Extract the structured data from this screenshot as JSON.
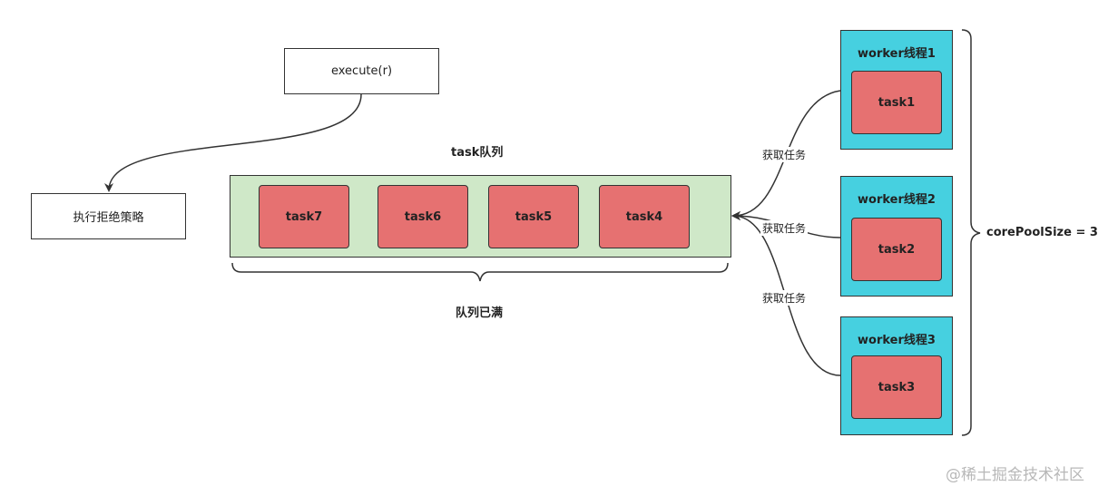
{
  "execute_label": "execute(r)",
  "reject_label": "执行拒绝策略",
  "queue": {
    "title": "task队列",
    "tasks": [
      "task7",
      "task6",
      "task5",
      "task4"
    ],
    "full_label": "队列已满"
  },
  "workers": [
    {
      "title": "worker线程1",
      "task": "task1"
    },
    {
      "title": "worker线程2",
      "task": "task2"
    },
    {
      "title": "worker线程3",
      "task": "task3"
    }
  ],
  "fetch_label": "获取任务",
  "core_pool_label": "corePoolSize = 3",
  "watermark": "@稀土掘金技术社区",
  "colors": {
    "queue_fill": "#cfe8c8",
    "task_fill": "#e67171",
    "worker_fill": "#46d0e0"
  }
}
